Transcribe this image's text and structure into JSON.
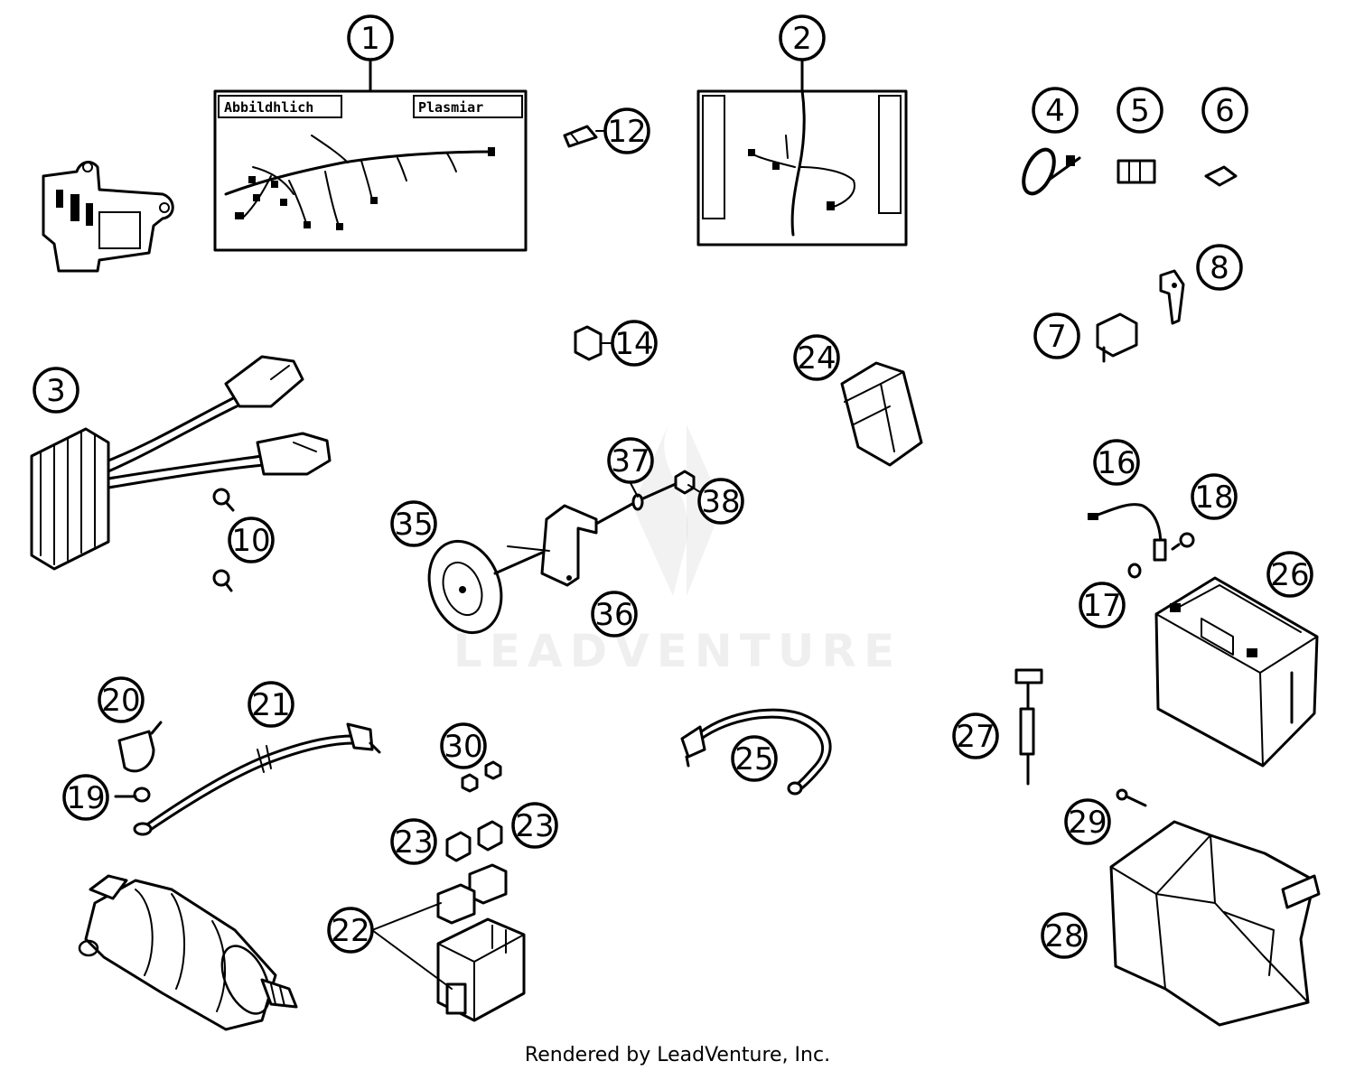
{
  "diagram": {
    "watermark": "LEADVENTURE",
    "footer": "Rendered by LeadVenture, Inc.",
    "harness_tags": {
      "left": "Abbildhlich",
      "right": "Plasmiar"
    },
    "callouts": [
      {
        "id": "c1",
        "label": "1"
      },
      {
        "id": "c2",
        "label": "2"
      },
      {
        "id": "c3",
        "label": "3"
      },
      {
        "id": "c4",
        "label": "4"
      },
      {
        "id": "c5",
        "label": "5"
      },
      {
        "id": "c6",
        "label": "6"
      },
      {
        "id": "c7",
        "label": "7"
      },
      {
        "id": "c8",
        "label": "8"
      },
      {
        "id": "c10",
        "label": "10"
      },
      {
        "id": "c12",
        "label": "12"
      },
      {
        "id": "c14",
        "label": "14"
      },
      {
        "id": "c16",
        "label": "16"
      },
      {
        "id": "c17",
        "label": "17"
      },
      {
        "id": "c18",
        "label": "18"
      },
      {
        "id": "c19",
        "label": "19"
      },
      {
        "id": "c20",
        "label": "20"
      },
      {
        "id": "c21",
        "label": "21"
      },
      {
        "id": "c22",
        "label": "22"
      },
      {
        "id": "c23a",
        "label": "23"
      },
      {
        "id": "c23b",
        "label": "23"
      },
      {
        "id": "c24",
        "label": "24"
      },
      {
        "id": "c25",
        "label": "25"
      },
      {
        "id": "c26",
        "label": "26"
      },
      {
        "id": "c27",
        "label": "27"
      },
      {
        "id": "c28",
        "label": "28"
      },
      {
        "id": "c29",
        "label": "29"
      },
      {
        "id": "c30",
        "label": "30"
      },
      {
        "id": "c35",
        "label": "35"
      },
      {
        "id": "c36",
        "label": "36"
      },
      {
        "id": "c37",
        "label": "37"
      },
      {
        "id": "c38",
        "label": "38"
      }
    ]
  }
}
